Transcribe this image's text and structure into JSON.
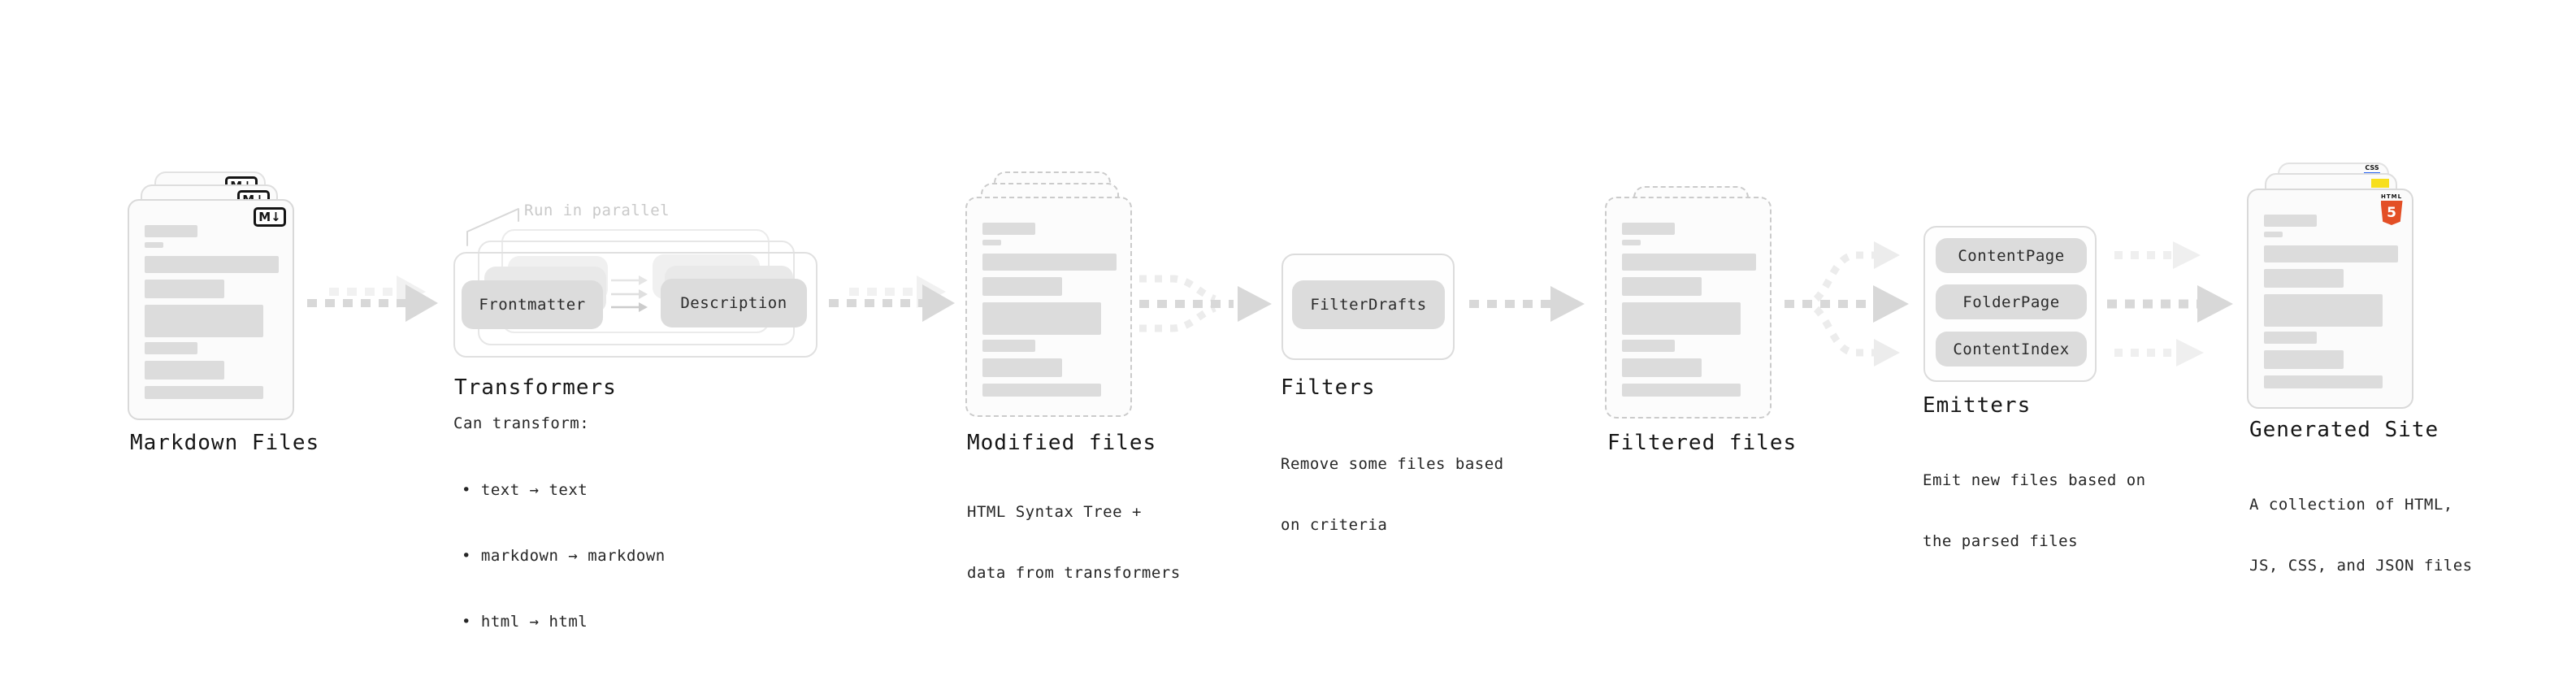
{
  "diagram": {
    "markdown": {
      "label": "Markdown Files",
      "file_icon": "M↓"
    },
    "transformers": {
      "label": "Transformers",
      "annotation": "Run in parallel",
      "pill_input": "Frontmatter",
      "pill_output": "Description",
      "desc_title": "Can transform:",
      "bullets": [
        "• text → text",
        "• markdown → markdown",
        "• html → html"
      ]
    },
    "modified": {
      "label": "Modified files",
      "desc1": "HTML Syntax Tree +",
      "desc2": "data from transformers"
    },
    "filters": {
      "label": "Filters",
      "pill": "FilterDrafts",
      "desc1": "Remove some files based",
      "desc2": "on criteria"
    },
    "filtered": {
      "label": "Filtered files"
    },
    "emitters": {
      "label": "Emitters",
      "pills": [
        "ContentPage",
        "FolderPage",
        "ContentIndex"
      ],
      "desc1": "Emit new files based on",
      "desc2": "the parsed files"
    },
    "generated": {
      "label": "Generated Site",
      "desc1": "A collection of HTML,",
      "desc2": "JS, CSS, and JSON files",
      "css_badge": "CSS",
      "html_badge_label": "HTML",
      "html_badge_number": "5"
    }
  },
  "colors": {
    "html5_orange": "#e34f26",
    "js_yellow": "#f7df1e",
    "css_blue": "#2965f1",
    "arrow_gray": "#d8d8d8",
    "arrow_light_gray": "#f1f1f1",
    "bar_gray": "#dcdcdc"
  }
}
